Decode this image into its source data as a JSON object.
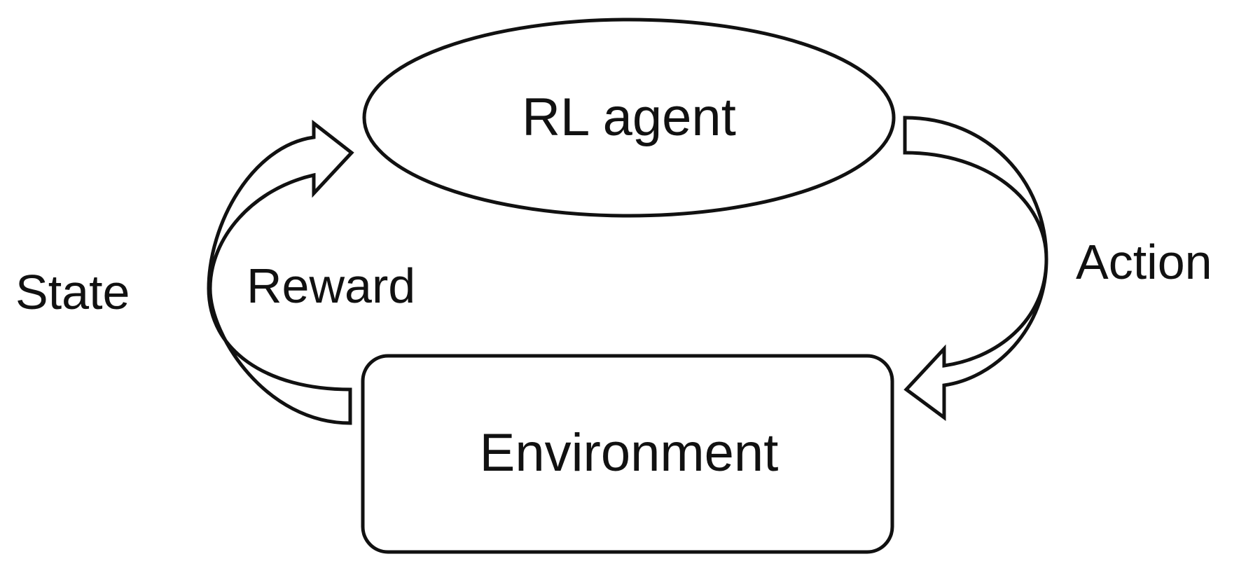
{
  "diagram": {
    "nodes": {
      "agent": {
        "label": "RL agent",
        "shape": "ellipse"
      },
      "environment": {
        "label": "Environment",
        "shape": "rounded-rectangle"
      }
    },
    "edges": {
      "state": {
        "label": "State",
        "from": "environment",
        "to": "agent"
      },
      "reward": {
        "label": "Reward",
        "from": "environment",
        "to": "agent"
      },
      "action": {
        "label": "Action",
        "from": "agent",
        "to": "environment"
      }
    },
    "colors": {
      "stroke": "#111111",
      "background": "#ffffff"
    }
  }
}
